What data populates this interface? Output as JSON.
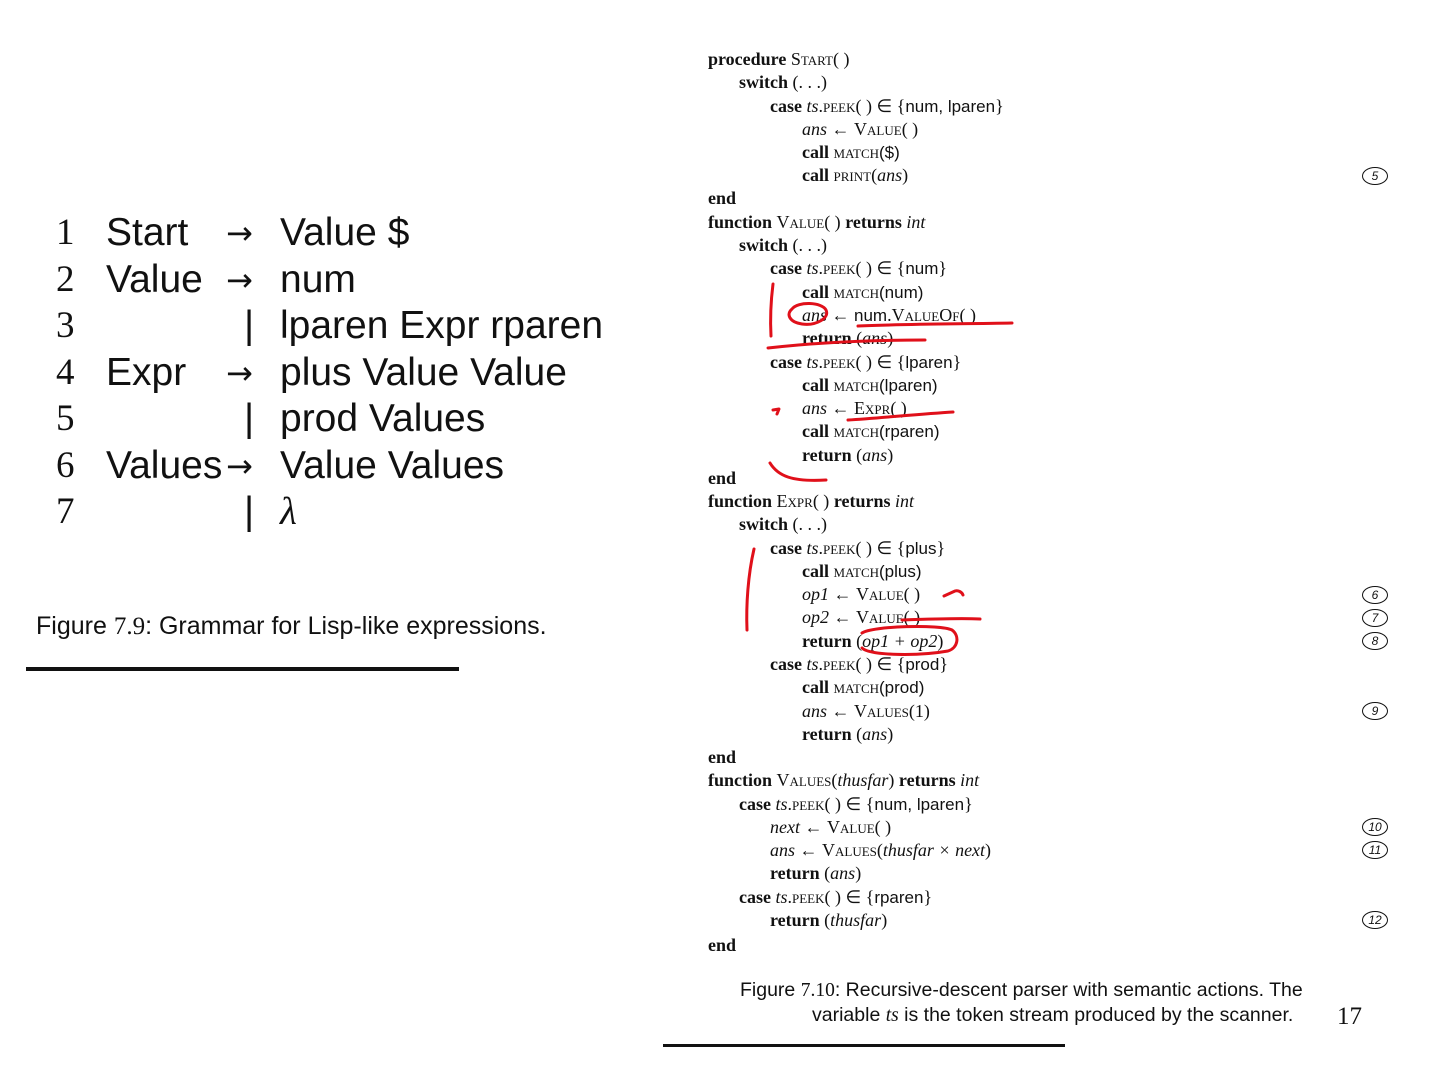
{
  "grammar": {
    "rows": [
      {
        "num": "1",
        "lhs": "Start",
        "arrow": "→",
        "bar": "",
        "rhs": "Value $"
      },
      {
        "num": "2",
        "lhs": "Value",
        "arrow": "→",
        "bar": "",
        "rhs": "num"
      },
      {
        "num": "3",
        "lhs": "",
        "arrow": "",
        "bar": "|",
        "rhs": "lparen  Expr  rparen"
      },
      {
        "num": "4",
        "lhs": "Expr",
        "arrow": "→",
        "bar": "",
        "rhs": "plus Value Value"
      },
      {
        "num": "5",
        "lhs": "",
        "arrow": "",
        "bar": "|",
        "rhs": "prod Values"
      },
      {
        "num": "6",
        "lhs": "Values",
        "arrow": "→",
        "bar": "",
        "rhs": "Value  Values"
      },
      {
        "num": "7",
        "lhs": "",
        "arrow": "",
        "bar": "|",
        "rhs": "λ"
      }
    ],
    "caption_prefix": "Figure ",
    "caption_number": "7.9",
    "caption_text": ": Grammar for Lisp-like expressions."
  },
  "algorithm": {
    "start_header": {
      "kw": "procedure",
      "name": "Start",
      "tail": "( )"
    },
    "start_switch": {
      "kw": "switch",
      "tail": " (. . .)"
    },
    "start_case": {
      "kw": "case",
      "ts": "ts",
      "peek": "peek",
      "mid": "( ) ∈ {",
      "set": "num, lparen",
      "close": "}"
    },
    "start_ans": {
      "var": "ans",
      "arrow": " ← ",
      "fn": "Value",
      "tail": "( )"
    },
    "start_match": {
      "kw": "call",
      "fn": "match",
      "arg": "($)"
    },
    "start_print": {
      "kw": "call",
      "fn": "print",
      "open": "(",
      "arg": "ans",
      "close": ")"
    },
    "start_end": "end",
    "value_header": {
      "kw": "function",
      "name": "Value",
      "mid": "( ) ",
      "kw2": "returns",
      "type": "int"
    },
    "value_switch": {
      "kw": "switch",
      "tail": " (. . .)"
    },
    "value_case1": {
      "kw": "case",
      "ts": "ts",
      "peek": "peek",
      "mid": "( ) ∈ {",
      "set": "num",
      "close": "}"
    },
    "value_match1": {
      "kw": "call",
      "fn": "match",
      "arg": "(num)"
    },
    "value_ans1": {
      "var": "ans",
      "arrow": " ← ",
      "obj": "num",
      "dot": ".",
      "fn": "ValueOf",
      "tail": "( )"
    },
    "value_ret1": {
      "kw": "return",
      "open": " (",
      "arg": "ans",
      "close": ")"
    },
    "value_case2": {
      "kw": "case",
      "ts": "ts",
      "peek": "peek",
      "mid": "( ) ∈ {",
      "set": "lparen",
      "close": "}"
    },
    "value_match2": {
      "kw": "call",
      "fn": "match",
      "arg": "(lparen)"
    },
    "value_ans2": {
      "var": "ans",
      "arrow": " ← ",
      "fn": "Expr",
      "tail": "( )"
    },
    "value_match3": {
      "kw": "call",
      "fn": "match",
      "arg": "(rparen)"
    },
    "value_ret2": {
      "kw": "return",
      "open": " (",
      "arg": "ans",
      "close": ")"
    },
    "value_end": "end",
    "expr_header": {
      "kw": "function",
      "name": "Expr",
      "mid": "( ) ",
      "kw2": "returns",
      "type": "int"
    },
    "expr_switch": {
      "kw": "switch",
      "tail": " (. . .)"
    },
    "expr_case1": {
      "kw": "case",
      "ts": "ts",
      "peek": "peek",
      "mid": "( ) ∈ {",
      "set": "plus",
      "close": "}"
    },
    "expr_match1": {
      "kw": "call",
      "fn": "match",
      "arg": "(plus)"
    },
    "expr_op1": {
      "var": "op1",
      "arrow": " ← ",
      "fn": "Value",
      "tail": "( )"
    },
    "expr_op2": {
      "var": "op2",
      "arrow": " ← ",
      "fn": "Value",
      "tail": "( )"
    },
    "expr_ret1": {
      "kw": "return",
      "open": " (",
      "arg": "op1 + op2",
      "close": ")"
    },
    "expr_case2": {
      "kw": "case",
      "ts": "ts",
      "peek": "peek",
      "mid": "( ) ∈ {",
      "set": "prod",
      "close": "}"
    },
    "expr_match2": {
      "kw": "call",
      "fn": "match",
      "arg": "(prod)"
    },
    "expr_ans": {
      "var": "ans",
      "arrow": " ← ",
      "fn": "Values",
      "tail": "(1)"
    },
    "expr_ret2": {
      "kw": "return",
      "open": " (",
      "arg": "ans",
      "close": ")"
    },
    "expr_end": "end",
    "values_header": {
      "kw": "function",
      "name": "Values",
      "open": "(",
      "param": "thusfar",
      "mid": ") ",
      "kw2": "returns",
      "type": "int"
    },
    "values_case1": {
      "kw": "case",
      "ts": "ts",
      "peek": "peek",
      "mid": "( ) ∈ {",
      "set": "num, lparen",
      "close": "}"
    },
    "values_next": {
      "var": "next",
      "arrow": " ← ",
      "fn": "Value",
      "tail": "( )"
    },
    "values_ans": {
      "var": "ans",
      "arrow": " ← ",
      "fn": "Values",
      "open": "(",
      "arg": "thusfar × next",
      "close": ")"
    },
    "values_ret1": {
      "kw": "return",
      "open": " (",
      "arg": "ans",
      "close": ")"
    },
    "values_case2": {
      "kw": "case",
      "ts": "ts",
      "peek": "peek",
      "mid": "( ) ∈ {",
      "set": "rparen",
      "close": "}"
    },
    "values_ret2": {
      "kw": "return",
      "open": " (",
      "arg": "thusfar",
      "close": ")"
    },
    "values_end": "end",
    "markers": [
      "5",
      "6",
      "7",
      "8",
      "9",
      "10",
      "11",
      "12"
    ],
    "caption_prefix": "Figure ",
    "caption_number": "7.10",
    "caption_line1": ": Recursive-descent parser with semantic actions. The",
    "caption_line2_a": "variable ",
    "caption_line2_ts": "ts",
    "caption_line2_b": " is the token stream produced by the scanner."
  },
  "page_number": "17",
  "annotation_color": "#e0101a"
}
